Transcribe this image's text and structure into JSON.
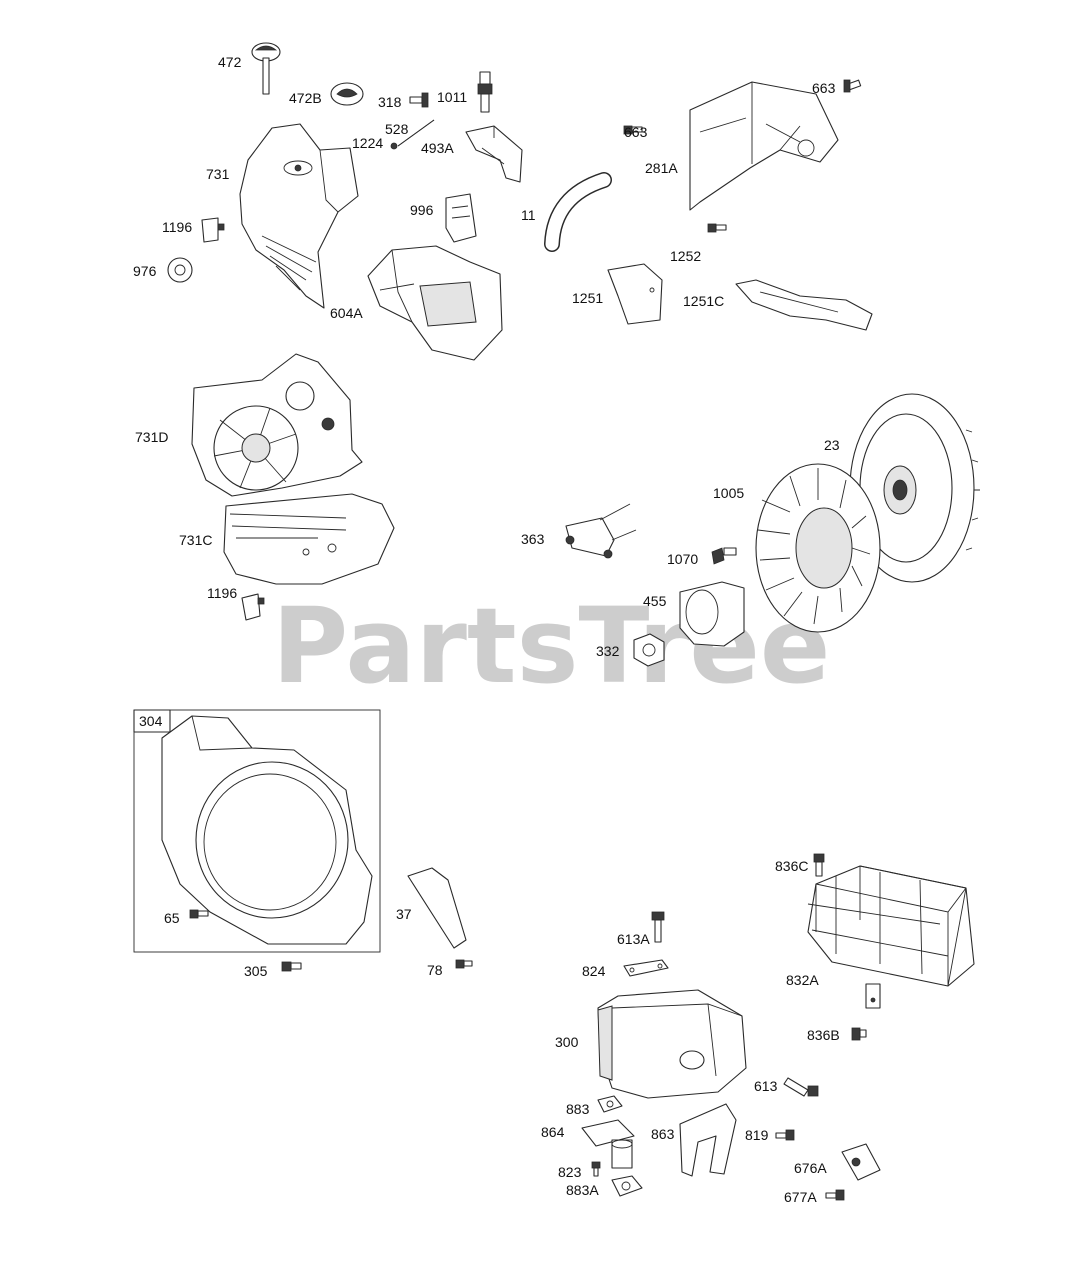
{
  "watermark": {
    "text": "PartsTree",
    "trademark": "™"
  },
  "labels": {
    "p472": "472",
    "p472b": "472B",
    "p318": "318",
    "p1011": "1011",
    "p528": "528",
    "p1224": "1224",
    "p493a": "493A",
    "p663a": "663",
    "p663b": "663",
    "p281a": "281A",
    "p731": "731",
    "p996": "996",
    "p11": "11",
    "p1196a": "1196",
    "p976": "976",
    "p1252": "1252",
    "p1251": "1251",
    "p1251c": "1251C",
    "p604a": "604A",
    "p731d": "731D",
    "p23": "23",
    "p1005": "1005",
    "p731c": "731C",
    "p363": "363",
    "p1070": "1070",
    "p1196b": "1196",
    "p455": "455",
    "p332": "332",
    "p304": "304",
    "p65": "65",
    "p305": "305",
    "p37": "37",
    "p78": "78",
    "p836c": "836C",
    "p613a": "613A",
    "p824": "824",
    "p832a": "832A",
    "p300": "300",
    "p836b": "836B",
    "p613": "613",
    "p883": "883",
    "p864": "864",
    "p863": "863",
    "p819": "819",
    "p823": "823",
    "p883a": "883A",
    "p676a": "676A",
    "p677a": "677A"
  }
}
